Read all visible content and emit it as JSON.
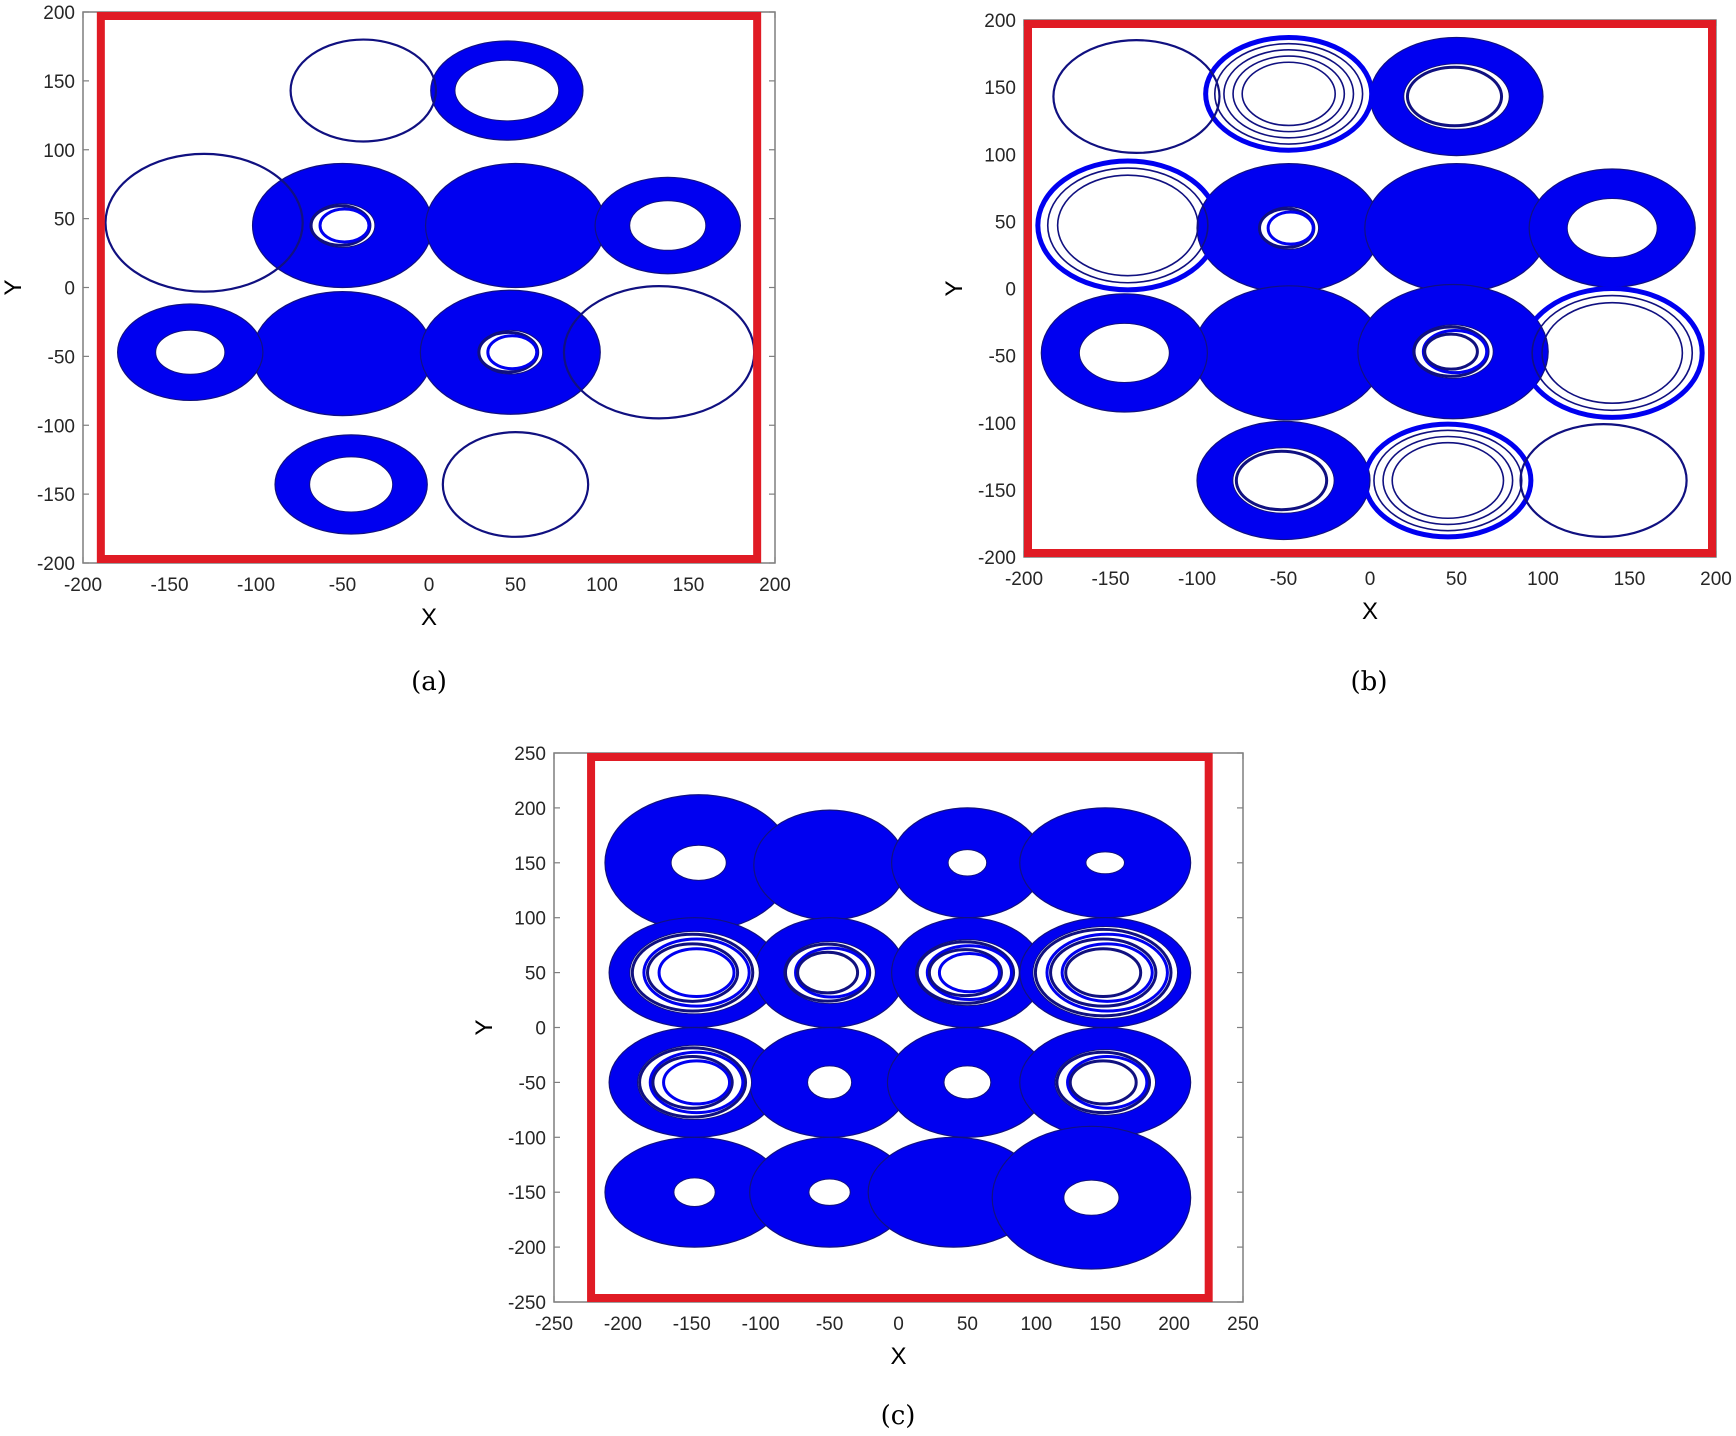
{
  "figure": {
    "captions": [
      "(a)",
      "(b)",
      "(c)"
    ]
  },
  "colors": {
    "trajectory": "#0000f0",
    "trajectory_edge": "#101080",
    "highlight_box": "#e01b24",
    "axis": "#7f7f7f",
    "text": "#262626"
  },
  "chart_data": [
    {
      "id": "a",
      "type": "scatter",
      "title": "",
      "caption": "(a)",
      "xlabel": "X",
      "ylabel": "Y",
      "xlim": [
        -200,
        200
      ],
      "ylim": [
        -200,
        200
      ],
      "xticks": [
        -200,
        -150,
        -100,
        -50,
        0,
        50,
        100,
        150,
        200
      ],
      "yticks": [
        -200,
        -150,
        -100,
        -50,
        0,
        50,
        100,
        150,
        200
      ],
      "grid": false,
      "description": "Multi-scroll chaotic attractor phase portrait (X-Y plane), 2x2 core scrolls with 6 outer scrolls",
      "px": {
        "x0": 83,
        "x1": 775,
        "y0": 12,
        "y1": 563
      },
      "box": {
        "x": [
          -192,
          192
        ],
        "y": [
          -200,
          200
        ]
      },
      "scrolls": [
        {
          "cx": -50,
          "cy": 45,
          "rx": 52,
          "ry": 45,
          "hole_rx": 13,
          "hole_ry": 11,
          "style": "filled",
          "inner_rings": 2
        },
        {
          "cx": 50,
          "cy": 45,
          "rx": 52,
          "ry": 45,
          "hole_rx": 0,
          "hole_ry": 0,
          "style": "filled"
        },
        {
          "cx": -50,
          "cy": -48,
          "rx": 52,
          "ry": 45,
          "hole_rx": 0,
          "hole_ry": 0,
          "style": "filled"
        },
        {
          "cx": 47,
          "cy": -47,
          "rx": 52,
          "ry": 45,
          "hole_rx": 13,
          "hole_ry": 11,
          "style": "filled",
          "inner_rings": 2
        },
        {
          "cx": 45,
          "cy": 143,
          "rx": 44,
          "ry": 36,
          "hole_rx": 30,
          "hole_ry": 22,
          "style": "filled"
        },
        {
          "cx": 138,
          "cy": 45,
          "rx": 42,
          "ry": 35,
          "hole_rx": 22,
          "hole_ry": 18,
          "style": "filled"
        },
        {
          "cx": -138,
          "cy": -47,
          "rx": 42,
          "ry": 35,
          "hole_rx": 20,
          "hole_ry": 16,
          "style": "filled"
        },
        {
          "cx": -45,
          "cy": -143,
          "rx": 44,
          "ry": 36,
          "hole_rx": 24,
          "hole_ry": 20,
          "style": "filled"
        },
        {
          "cx": -38,
          "cy": 143,
          "rx": 42,
          "ry": 37,
          "style": "line"
        },
        {
          "cx": -130,
          "cy": 47,
          "rx": 57,
          "ry": 50,
          "style": "line"
        },
        {
          "cx": 133,
          "cy": -47,
          "rx": 55,
          "ry": 48,
          "style": "line"
        },
        {
          "cx": 50,
          "cy": -143,
          "rx": 42,
          "ry": 38,
          "style": "line"
        }
      ]
    },
    {
      "id": "b",
      "type": "scatter",
      "title": "",
      "caption": "(b)",
      "xlabel": "X",
      "ylabel": "Y",
      "xlim": [
        -200,
        200
      ],
      "ylim": [
        -200,
        200
      ],
      "xticks": [
        -200,
        -150,
        -100,
        -50,
        0,
        50,
        100,
        150,
        200
      ],
      "yticks": [
        -200,
        -150,
        -100,
        -50,
        0,
        50,
        100,
        150,
        200
      ],
      "grid": false,
      "description": "Multi-scroll chaotic attractor phase portrait (X-Y plane), 2x2 core scrolls with 8 outer scrolls",
      "px": {
        "x0": 1024,
        "x1": 1716,
        "y0": 20,
        "y1": 557
      },
      "box": {
        "x": [
          -200,
          200
        ],
        "y": [
          -200,
          200
        ]
      },
      "scrolls": [
        {
          "cx": -47,
          "cy": 45,
          "rx": 53,
          "ry": 48,
          "hole_rx": 12,
          "hole_ry": 11,
          "style": "filled",
          "inner_rings": 2
        },
        {
          "cx": 50,
          "cy": 45,
          "rx": 53,
          "ry": 48,
          "hole_rx": 0,
          "hole_ry": 0,
          "style": "filled"
        },
        {
          "cx": -47,
          "cy": -48,
          "rx": 55,
          "ry": 50,
          "hole_rx": 0,
          "hole_ry": 0,
          "style": "filled"
        },
        {
          "cx": 48,
          "cy": -47,
          "rx": 55,
          "ry": 50,
          "hole_rx": 14,
          "hole_ry": 12,
          "style": "filled",
          "inner_rings": 3
        },
        {
          "cx": 50,
          "cy": 143,
          "rx": 50,
          "ry": 44,
          "hole_rx": 25,
          "hole_ry": 20,
          "style": "filled",
          "inner_rings": 1
        },
        {
          "cx": 140,
          "cy": 45,
          "rx": 48,
          "ry": 44,
          "hole_rx": 26,
          "hole_ry": 22,
          "style": "filled"
        },
        {
          "cx": -142,
          "cy": -48,
          "rx": 48,
          "ry": 44,
          "hole_rx": 26,
          "hole_ry": 22,
          "style": "filled"
        },
        {
          "cx": -50,
          "cy": -143,
          "rx": 50,
          "ry": 44,
          "hole_rx": 24,
          "hole_ry": 20,
          "style": "filled",
          "inner_rings": 1
        },
        {
          "cx": -47,
          "cy": 145,
          "rx": 48,
          "ry": 42,
          "style": "rings",
          "rings": 5
        },
        {
          "cx": -140,
          "cy": 47,
          "rx": 52,
          "ry": 48,
          "style": "rings",
          "rings": 3
        },
        {
          "cx": 140,
          "cy": -48,
          "rx": 52,
          "ry": 48,
          "style": "rings",
          "rings": 3
        },
        {
          "cx": 45,
          "cy": -143,
          "rx": 48,
          "ry": 42,
          "style": "rings",
          "rings": 4
        },
        {
          "cx": -135,
          "cy": 143,
          "rx": 48,
          "ry": 42,
          "style": "line"
        },
        {
          "cx": 135,
          "cy": -143,
          "rx": 48,
          "ry": 42,
          "style": "line"
        }
      ]
    },
    {
      "id": "c",
      "type": "scatter",
      "title": "",
      "caption": "(c)",
      "xlabel": "X",
      "ylabel": "Y",
      "xlim": [
        -250,
        250
      ],
      "ylim": [
        -250,
        250
      ],
      "xticks": [
        -250,
        -200,
        -150,
        -100,
        -50,
        0,
        50,
        100,
        150,
        200,
        250
      ],
      "yticks": [
        -250,
        -200,
        -150,
        -100,
        -50,
        0,
        50,
        100,
        150,
        200,
        250
      ],
      "grid": false,
      "description": "4x4 grid multi-scroll chaotic attractor phase portrait (X-Y plane), 16 scrolls centered at x,y in {-150,-50,50,150}",
      "px": {
        "x0": 554,
        "x1": 1243,
        "y0": 753,
        "y1": 1302
      },
      "box": {
        "x": [
          -226,
          228
        ],
        "y": [
          -250,
          250
        ]
      },
      "scrolls": [
        {
          "cx": -145,
          "cy": 150,
          "rx": 68,
          "ry": 62,
          "hole_rx": 20,
          "hole_ry": 16,
          "style": "filled"
        },
        {
          "cx": -50,
          "cy": 148,
          "rx": 55,
          "ry": 50,
          "hole_rx": 0,
          "hole_ry": 0,
          "style": "filled"
        },
        {
          "cx": 50,
          "cy": 150,
          "rx": 55,
          "ry": 50,
          "hole_rx": 14,
          "hole_ry": 12,
          "style": "filled"
        },
        {
          "cx": 150,
          "cy": 150,
          "rx": 62,
          "ry": 50,
          "hole_rx": 14,
          "hole_ry": 10,
          "style": "filled"
        },
        {
          "cx": -148,
          "cy": 50,
          "rx": 62,
          "ry": 50,
          "hole_rx": 25,
          "hole_ry": 20,
          "style": "filled",
          "inner_rings": 4
        },
        {
          "cx": -50,
          "cy": 50,
          "rx": 55,
          "ry": 50,
          "hole_rx": 20,
          "hole_ry": 17,
          "style": "filled",
          "inner_rings": 3
        },
        {
          "cx": 50,
          "cy": 50,
          "rx": 55,
          "ry": 50,
          "hole_rx": 20,
          "hole_ry": 16,
          "style": "filled",
          "inner_rings": 4
        },
        {
          "cx": 150,
          "cy": 50,
          "rx": 62,
          "ry": 50,
          "hole_rx": 25,
          "hole_ry": 20,
          "style": "filled",
          "inner_rings": 5
        },
        {
          "cx": -148,
          "cy": -50,
          "rx": 62,
          "ry": 50,
          "hole_rx": 22,
          "hole_ry": 18,
          "style": "filled",
          "inner_rings": 4
        },
        {
          "cx": -50,
          "cy": -50,
          "rx": 58,
          "ry": 50,
          "hole_rx": 16,
          "hole_ry": 15,
          "style": "filled"
        },
        {
          "cx": 50,
          "cy": -50,
          "rx": 58,
          "ry": 50,
          "hole_rx": 17,
          "hole_ry": 15,
          "style": "filled"
        },
        {
          "cx": 150,
          "cy": -50,
          "rx": 62,
          "ry": 50,
          "hole_rx": 22,
          "hole_ry": 18,
          "style": "filled",
          "inner_rings": 3
        },
        {
          "cx": -148,
          "cy": -150,
          "rx": 65,
          "ry": 50,
          "hole_rx": 15,
          "hole_ry": 13,
          "style": "filled"
        },
        {
          "cx": -50,
          "cy": -150,
          "rx": 58,
          "ry": 50,
          "hole_rx": 15,
          "hole_ry": 12,
          "style": "filled"
        },
        {
          "cx": 40,
          "cy": -150,
          "rx": 62,
          "ry": 50,
          "hole_rx": 0,
          "hole_ry": 0,
          "style": "filled"
        },
        {
          "cx": 140,
          "cy": -155,
          "rx": 72,
          "ry": 65,
          "hole_rx": 20,
          "hole_ry": 16,
          "style": "filled"
        }
      ]
    }
  ]
}
